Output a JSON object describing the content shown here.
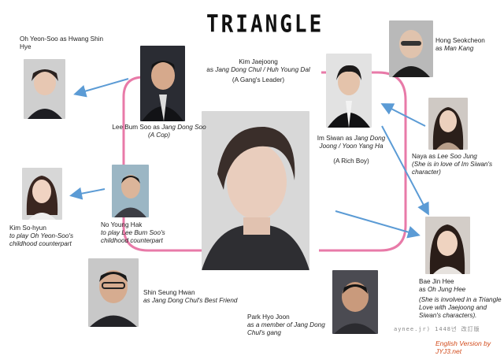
{
  "title": "TRIANGLE",
  "people": {
    "oh_yeon_soo": {
      "line1": "Oh Yeon-Soo as Hwang Shin",
      "line2": "Hye"
    },
    "lee_bum_soo": {
      "name": "Lee Bum Soo as",
      "role": "Jang Dong Soo",
      "line2": "(A Cop)"
    },
    "kim_jaejoong": {
      "line1": "Kim Jaejoong",
      "prefix": "as",
      "role": "Jang Dong  Chul  / Huh Young Dal",
      "line3": "(A Gang's Leader)"
    },
    "hong_seokcheon": {
      "line1": "Hong Seokcheon",
      "prefix": "as",
      "role": "Man Kang"
    },
    "im_siwan": {
      "name": "Im Siwan as",
      "role1": "Jang Dong",
      "role2": "Joong / Yoon Yang Ha",
      "line3": "(A Rich Boy)"
    },
    "naya": {
      "name": "Naya as",
      "role": "Lee Soo Jung",
      "line2": "(She is in love of Im Siwan's",
      "line3": "character)"
    },
    "kim_sohyun": {
      "line1": "Kim So-hyun",
      "line2": "to play Oh Yeon-Soo's",
      "line3": "childhood counterpart"
    },
    "no_young_hak": {
      "line1": "No Young Hak",
      "line2": "to play Lee Bum Soo's",
      "line3": "childhood counterpart"
    },
    "shin_seung_hwan": {
      "line1": "Shin Seung Hwan",
      "line2": "as Jang Dong Chul's Best Friend"
    },
    "park_hyo_joon": {
      "line1": "Park Hyo Joon",
      "line2": "as a member of Jang Dong",
      "line3": "Chul's gang"
    },
    "bae_jin_hee": {
      "line1": "Bae Jin Hee",
      "prefix": "as",
      "role": "Oh Jung Hee",
      "line3": "(She is involved in a Triangle",
      "line4": "Love with Jaejoong and",
      "line5": "Siwan's characters)."
    }
  },
  "credit": {
    "line1": "English Version by",
    "line2": "JYJ3.net"
  },
  "watermark": "aynee.jr)  1448년 改訂版",
  "colors": {
    "connector": "#e87aa8",
    "arrow": "#5b9bd5",
    "credit": "#d24a1a"
  }
}
